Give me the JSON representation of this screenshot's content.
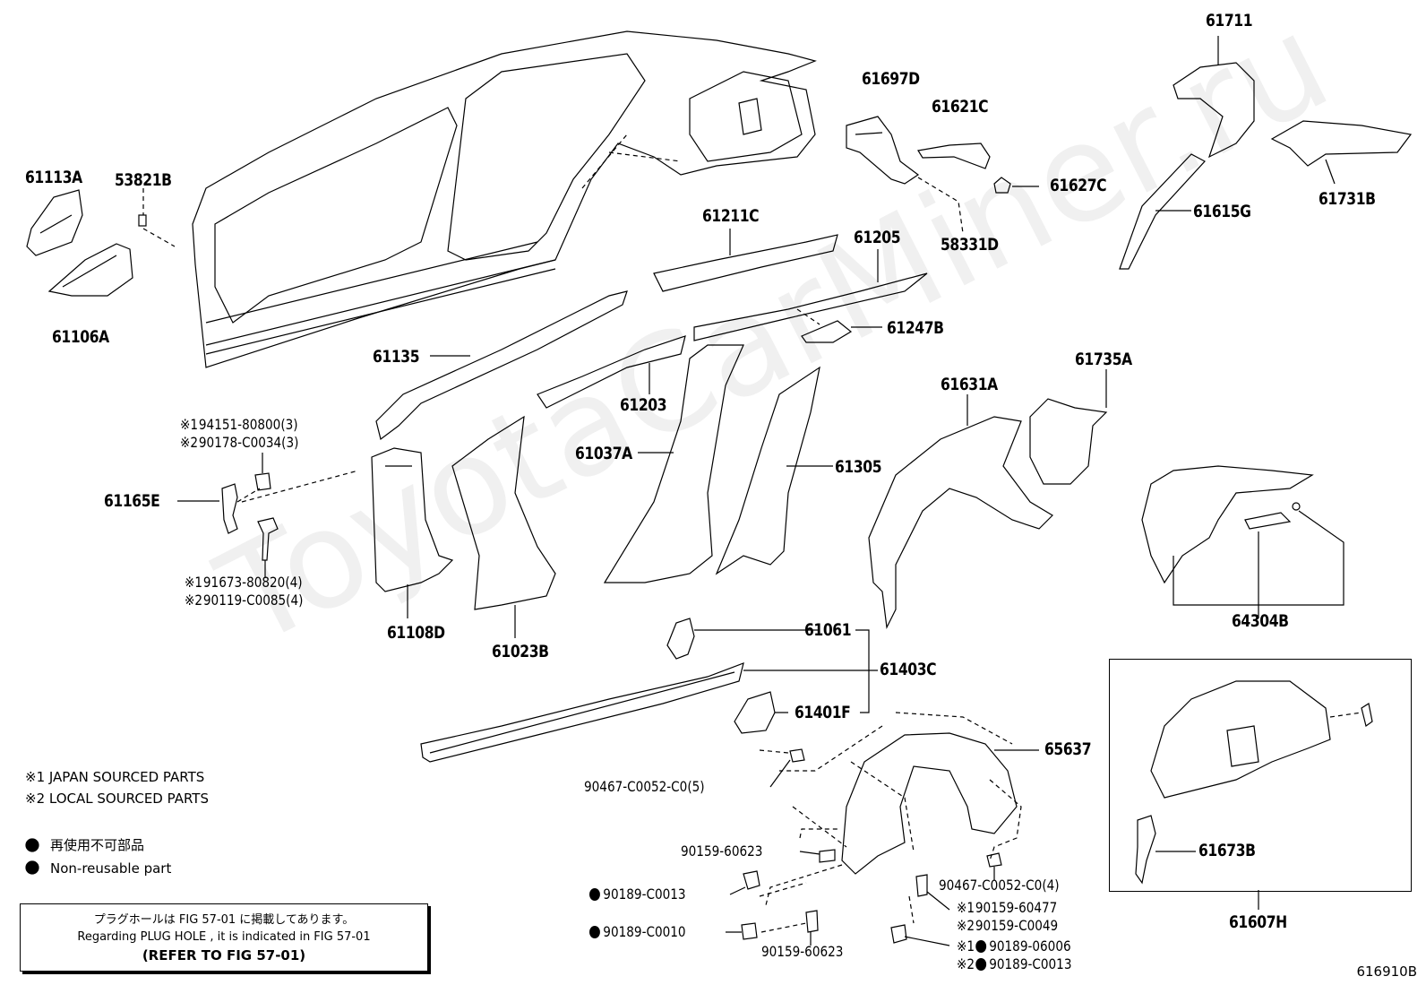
{
  "watermark": "ToyotaCarMiner.ru",
  "diagram_id": "616910B",
  "parts": {
    "p61711": "61711",
    "p61697D": "61697D",
    "p61621C": "61621C",
    "p61627C": "61627C",
    "p58331D": "58331D",
    "p61615G": "61615G",
    "p61731B": "61731B",
    "p61113A": "61113A",
    "p53821B": "53821B",
    "p61106A": "61106A",
    "p61211C": "61211C",
    "p61205": "61205",
    "p61247B": "61247B",
    "p61135": "61135",
    "p61203": "61203",
    "p61735A": "61735A",
    "p61631A": "61631A",
    "p61165E": "61165E",
    "p61037A": "61037A",
    "p61305": "61305",
    "p61108D": "61108D",
    "p61023B": "61023B",
    "p64304B": "64304B",
    "p61061": "61061",
    "p61403C": "61403C",
    "p61401F": "61401F",
    "p65637": "65637",
    "p61673B": "61673B",
    "p61607H": "61607H"
  },
  "fasteners": {
    "f1a_mark": "※1",
    "f1a": "94151-80800(3)",
    "f1b_mark": "※2",
    "f1b": "90178-C0034(3)",
    "f2a_mark": "※1",
    "f2a": "91673-80820(4)",
    "f2b_mark": "※2",
    "f2b": "90119-C0085(4)",
    "f3": "90467-C0052-C0(5)",
    "f4": "90159-60623",
    "f5": "90189-C0013",
    "f6": "90189-C0010",
    "f7": "90159-60623",
    "f8": "90467-C0052-C0(4)",
    "f9_mark": "※1",
    "f9": "90159-60477",
    "f10_mark": "※2",
    "f10": "90159-C0049",
    "f11_mark": "※1",
    "f11": "90189-06006",
    "f12_mark": "※2",
    "f12": "90189-C0013"
  },
  "legend": {
    "japan": "※1 JAPAN SOURCED PARTS",
    "local": "※2 LOCAL SOURCED PARTS",
    "nonreuse_jp": "再使用不可部品",
    "nonreuse_en": "Non-reusable part"
  },
  "refbox": {
    "line1": "プラグホールは FIG 57-01 に掲載してあります。",
    "line2": "Regarding  PLUG  HOLE , it is indicated in FIG  57-01",
    "line3": "(REFER  TO  FIG  57-01)"
  }
}
